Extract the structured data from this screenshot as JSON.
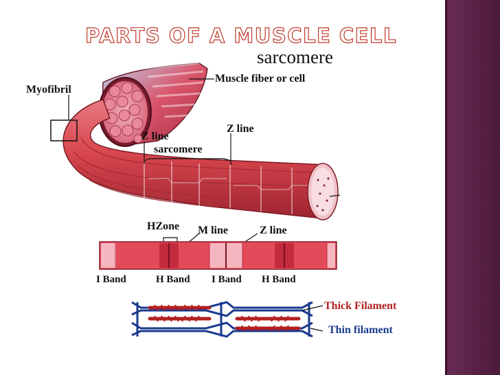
{
  "slide": {
    "title": "PARTS OF A MUSCLE CELL",
    "colors": {
      "title_outline": "#c0392b",
      "side_bar": "#5a1f46",
      "muscle_red": "#d8464e",
      "thick_filament": "#b32020",
      "thin_filament": "#1a3a8f"
    }
  },
  "diagram": {
    "heading": "sarcomere",
    "labels": {
      "muscle_fiber": "Muscle fiber or cell",
      "myofibril": "Myofibril",
      "z_line_1": "Z line",
      "z_line_2": "Z line",
      "sarcomere": "sarcomere",
      "h_zone": "HZone",
      "m_line": "M line",
      "z_line_3": "Z line",
      "thick_filament": "Thick Filament",
      "thin_filament": "Thin filament"
    },
    "bands": [
      "I Band",
      "H Band",
      "I Band",
      "H Band"
    ]
  }
}
